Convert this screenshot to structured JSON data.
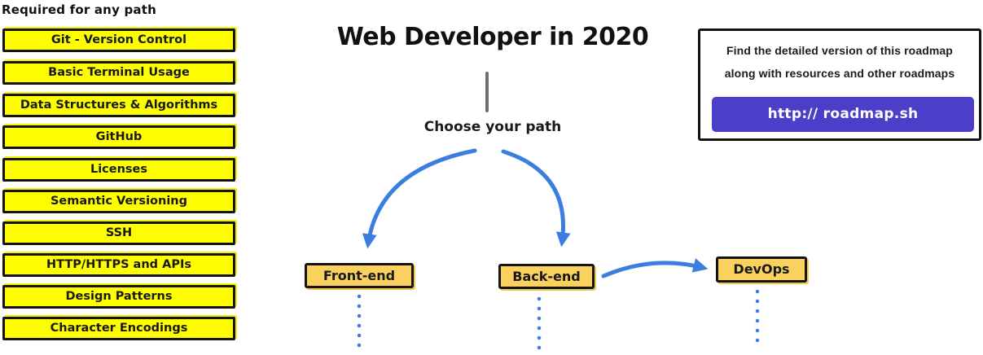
{
  "title": "Web Developer in 2020",
  "subtitle": "Choose your path",
  "left_panel": {
    "heading": "Required for any path",
    "items": [
      "Git - Version Control",
      "Basic Terminal Usage",
      "Data Structures & Algorithms",
      "GitHub",
      "Licenses",
      "Semantic Versioning",
      "SSH",
      "HTTP/HTTPS and APIs",
      "Design Patterns",
      "Character Encodings"
    ]
  },
  "paths": {
    "frontend": "Front-end",
    "backend": "Back-end",
    "devops": "DevOps"
  },
  "info_box": {
    "text_line1": "Find the detailed version of this roadmap",
    "text_line2": "along with resources and other roadmaps",
    "link_label": "http:// roadmap.sh"
  },
  "colors": {
    "highlight_yellow": "#fefe00",
    "node_amber": "#fad15e",
    "arrow_blue": "#3c7ee0",
    "link_purple": "#4b3ec8",
    "connector_gray": "#6f6f6f"
  }
}
